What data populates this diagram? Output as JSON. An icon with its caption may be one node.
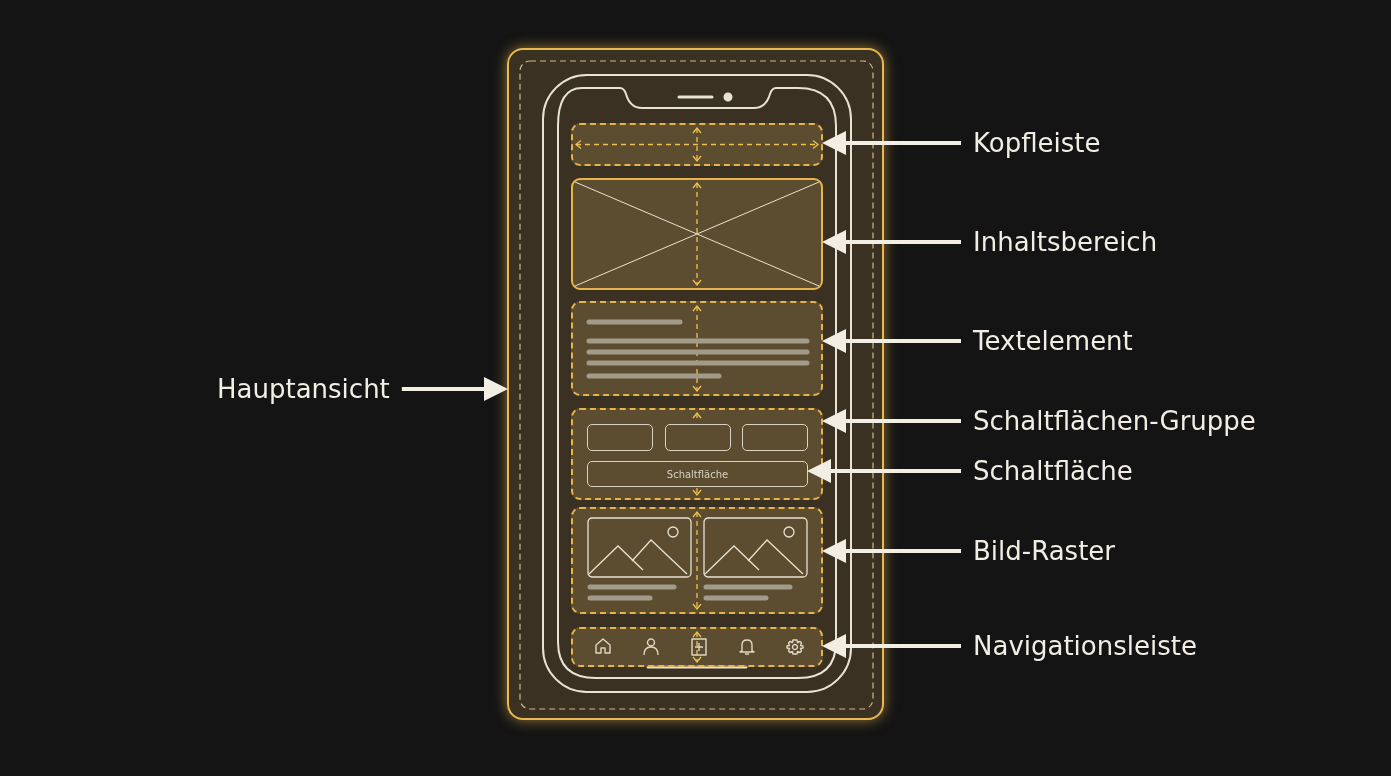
{
  "diagram": {
    "nodes": [
      {
        "text": [],
        "shape": "box"
      },
      {
        "text": [],
        "shape": "box",
        "in": 0
      },
      {
        "text": [],
        "shape": "box",
        "in": 0
      },
      {
        "text": [],
        "shape": "box",
        "in": 0
      },
      {
        "text": [],
        "shape": "box",
        "in": 0
      },
      {
        "text": [],
        "shape": "box",
        "in": 4
      },
      {
        "text": [],
        "shape": "box",
        "in": 4
      },
      {
        "text": [],
        "shape": "box",
        "in": 4
      },
      {
        "text": [
          "Schaltfläche"
        ],
        "in": 4
      },
      {
        "text": [],
        "shape": "box",
        "in": 0
      },
      {
        "text": [],
        "shape": "box",
        "in": 0
      },
      {
        "text": [
          "Hauptansicht"
        ]
      },
      {
        "text": [
          "Kopfleiste"
        ]
      },
      {
        "text": [
          "Inhaltsbereich"
        ]
      },
      {
        "text": [
          "Textelement"
        ]
      },
      {
        "text": [
          "Schaltflächen-Gruppe"
        ]
      },
      {
        "text": [
          "Schaltfläche"
        ]
      },
      {
        "text": [
          "Bild-Raster"
        ]
      },
      {
        "text": [
          "Navigationsleiste"
        ]
      }
    ],
    "edges": [
      {
        "from": 11,
        "to": 0,
        "arrow": "to"
      },
      {
        "from": 12,
        "to": 1,
        "arrow": "to"
      },
      {
        "from": 13,
        "to": 2,
        "arrow": "to"
      },
      {
        "from": 14,
        "to": 3,
        "arrow": "to"
      },
      {
        "from": 15,
        "to": 4,
        "arrow": "to"
      },
      {
        "from": 16,
        "to": 8,
        "arrow": "to"
      },
      {
        "from": 17,
        "to": 9,
        "arrow": "to"
      },
      {
        "from": 18,
        "to": 10,
        "arrow": "to"
      }
    ]
  }
}
